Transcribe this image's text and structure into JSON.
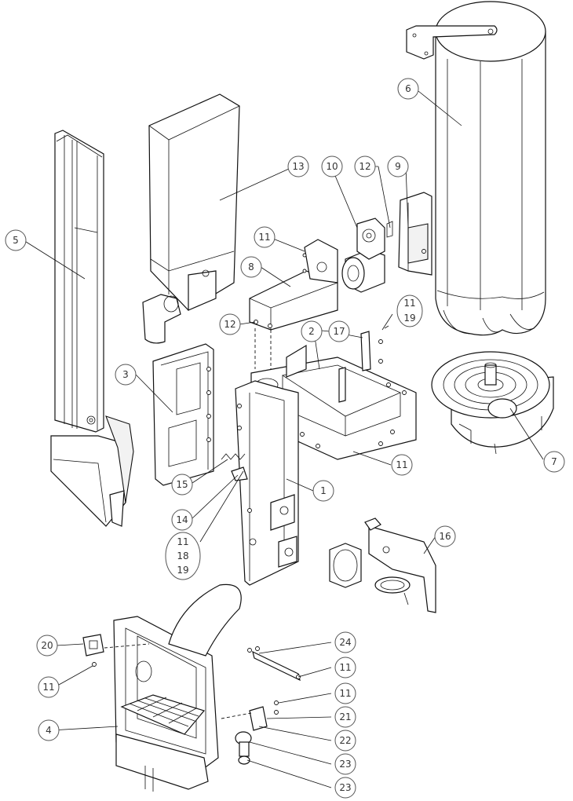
{
  "callouts": [
    {
      "id": "c-1",
      "label": "1"
    },
    {
      "id": "c-2",
      "label": "2"
    },
    {
      "id": "c-3",
      "label": "3"
    },
    {
      "id": "c-4",
      "label": "4"
    },
    {
      "id": "c-5",
      "label": "5"
    },
    {
      "id": "c-6",
      "label": "6"
    },
    {
      "id": "c-7",
      "label": "7"
    },
    {
      "id": "c-8",
      "label": "8"
    },
    {
      "id": "c-9",
      "label": "9"
    },
    {
      "id": "c-10",
      "label": "10"
    },
    {
      "id": "c-11a",
      "label": "11"
    },
    {
      "id": "c-11b",
      "label": "11"
    },
    {
      "id": "c-11c",
      "label": "11"
    },
    {
      "id": "c-11d",
      "label": "11"
    },
    {
      "id": "c-11e",
      "label": "11"
    },
    {
      "id": "c-11f",
      "label": "11"
    },
    {
      "id": "c-12a",
      "label": "12"
    },
    {
      "id": "c-12b",
      "label": "12"
    },
    {
      "id": "c-13",
      "label": "13"
    },
    {
      "id": "c-14",
      "label": "14"
    },
    {
      "id": "c-15",
      "label": "15"
    },
    {
      "id": "c-16",
      "label": "16"
    },
    {
      "id": "c-17",
      "label": "17"
    },
    {
      "id": "c-20",
      "label": "20"
    },
    {
      "id": "c-21",
      "label": "21"
    },
    {
      "id": "c-22",
      "label": "22"
    },
    {
      "id": "c-23a",
      "label": "23"
    },
    {
      "id": "c-23b",
      "label": "23"
    },
    {
      "id": "c-24",
      "label": "24"
    }
  ],
  "stacked_callouts": [
    {
      "id": "s-11-19",
      "labels": [
        "11",
        "19"
      ]
    },
    {
      "id": "s-11-18-19",
      "labels": [
        "11",
        "18",
        "19"
      ]
    }
  ]
}
